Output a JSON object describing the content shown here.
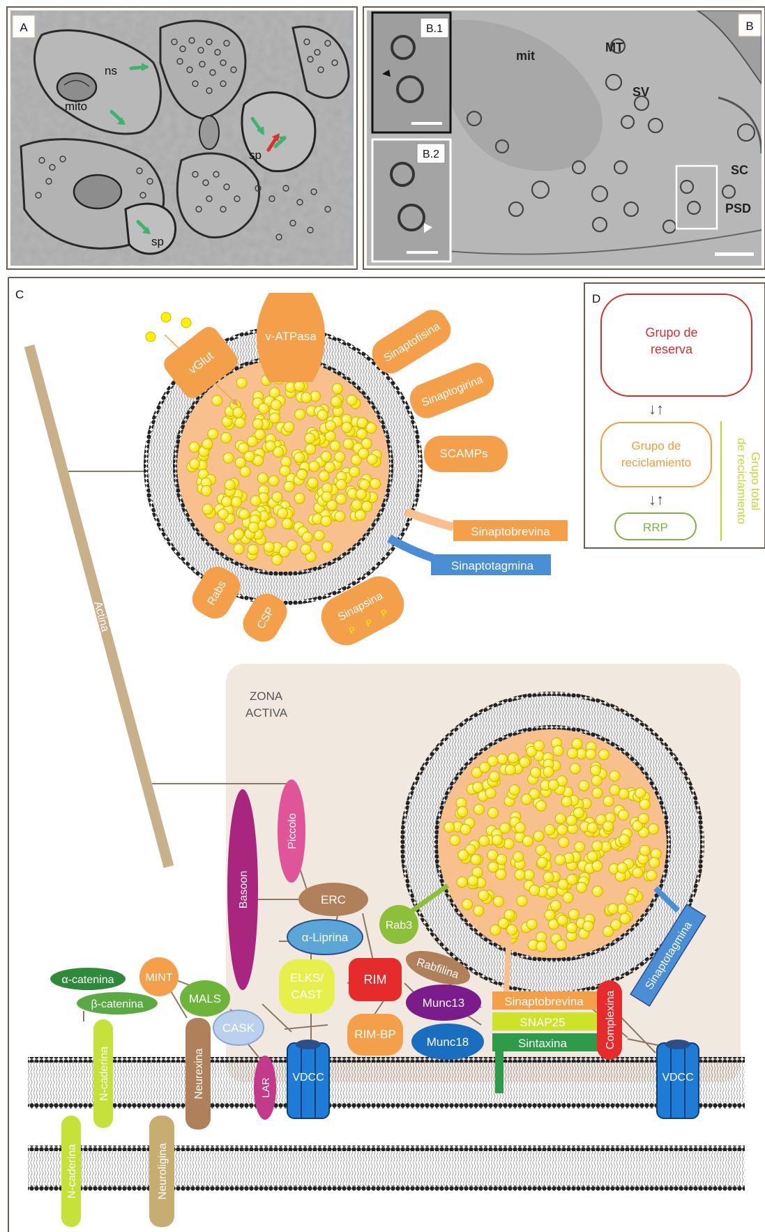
{
  "panel_a": {
    "letter": "A",
    "labels": {
      "ns": "ns",
      "mito": "mito",
      "sp1": "sp",
      "sp2": "sp"
    }
  },
  "panel_b": {
    "letter": "B",
    "inset1": "B.1",
    "inset2": "B.2",
    "labels": {
      "mit": "mit",
      "mt": "MT",
      "sv": "SV",
      "sc": "SC",
      "psd": "PSD"
    }
  },
  "panel_c": {
    "letter": "C",
    "actin": "Actina",
    "active_zone": [
      "ZONA",
      "ACTIVA"
    ],
    "vesicle_proteins": {
      "vatpase": "v-ATPasa",
      "vglut": "vGlut",
      "synaptophysin": "Sinaptofisina",
      "synaptogyrin": "Sinaptogirina",
      "scamps": "SCAMPs",
      "synaptobrevin": "Sinaptobrevina",
      "synaptotagmin": "Sinaptotagmina",
      "rabs": "Rabs",
      "csp": "CSP",
      "synapsin": "Sinapsina",
      "phospho": "P"
    },
    "az_proteins": {
      "basoon": "Basoon",
      "piccolo": "Piccolo",
      "erc": "ERC",
      "liprin": "α-Liprina",
      "rab3": "Rab3",
      "rabphilin": "Rabfilina",
      "elks": [
        "ELKS/",
        "CAST"
      ],
      "rim": "RIM",
      "rimbp": "RIM-BP",
      "munc13": "Munc13",
      "munc18": "Munc18",
      "mint": "MINT",
      "mals": "MALS",
      "cask": "CASK",
      "acatenin": "α-catenina",
      "bcatenin": "β-catenina",
      "ncadherin": "N-caderina",
      "neurexin": "Neurexina",
      "neuroligin": "Neuroligina",
      "lar": "LAR",
      "vdcc": "VDCC",
      "synaptobrevin": "Sinaptobrevina",
      "snap25": "SNAP25",
      "syntaxin": "Sintaxina",
      "complexin": "Complexina",
      "synaptotagmin": "Sinaptotagmina"
    }
  },
  "panel_d": {
    "letter": "D",
    "reserve": [
      "Grupo de",
      "reserva"
    ],
    "recycling": [
      "Grupo de",
      "reciclamiento"
    ],
    "rrp": "RRP",
    "total": [
      "Grupo total",
      "de reciclamiento"
    ],
    "arrows": "↓↑"
  },
  "colors": {
    "vesicle_core": "#f8c08c",
    "nt": "#fff200",
    "orange": "#f4a04a",
    "actin": "#c8b08a",
    "reserve": "#d32f2f",
    "recycling": "#f39c3c",
    "rrp": "#7cb342",
    "total": "#c6d630"
  }
}
